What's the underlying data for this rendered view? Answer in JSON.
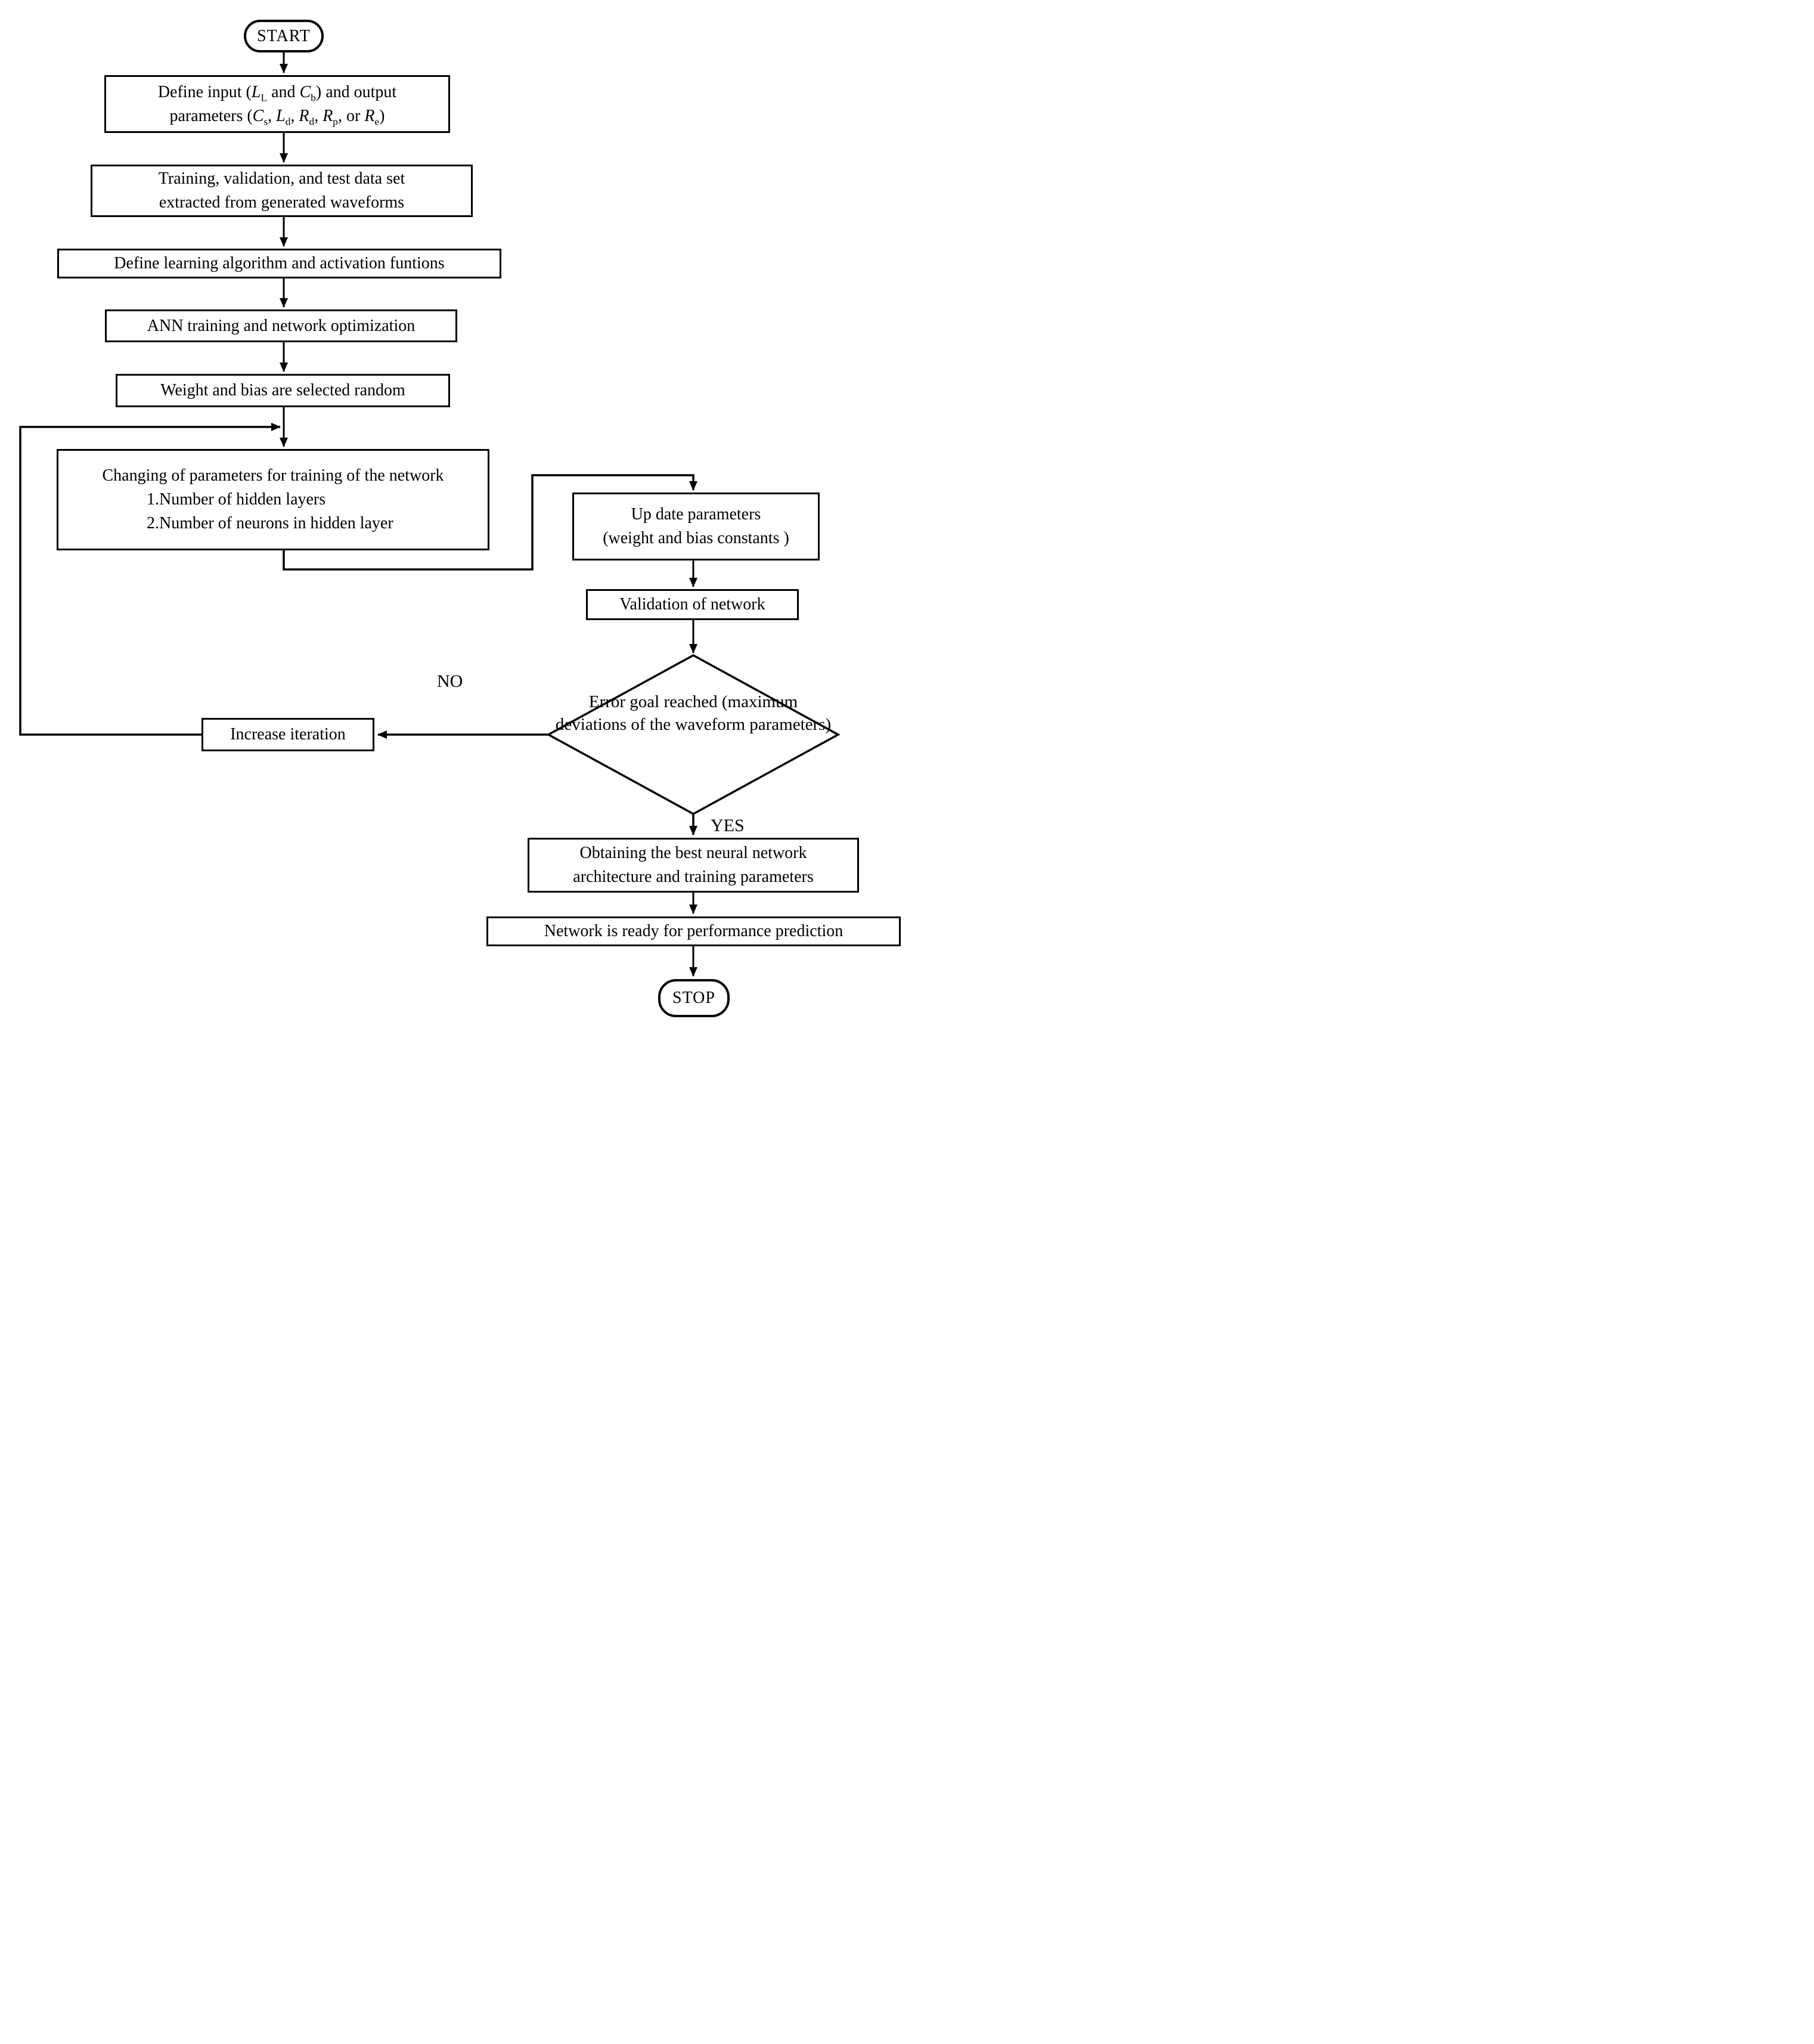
{
  "diagram": {
    "description": "ANN training flowchart",
    "colors": {
      "ink": "#000000",
      "background": "#ffffff"
    }
  },
  "labels": {
    "no": "NO",
    "yes": "YES"
  },
  "nodes": {
    "start": {
      "label": "START"
    },
    "define_io": {
      "lines": [
        {
          "segments": [
            {
              "text": "Define input ("
            },
            {
              "var": "L",
              "sub": "L"
            },
            {
              "text": " and "
            },
            {
              "var": "C",
              "sub": "b"
            },
            {
              "text": ") and output"
            }
          ]
        },
        {
          "segments": [
            {
              "text": "parameters ("
            },
            {
              "var": "C",
              "sub": "s"
            },
            {
              "text": ", "
            },
            {
              "var": "L",
              "sub": "d"
            },
            {
              "text": ", "
            },
            {
              "var": "R",
              "sub": "d"
            },
            {
              "text": ", "
            },
            {
              "var": "R",
              "sub": "p"
            },
            {
              "text": ", or "
            },
            {
              "var": "R",
              "sub": "e"
            },
            {
              "text": ")"
            }
          ]
        }
      ]
    },
    "training_data": {
      "lines": [
        "Training, validation, and test data set",
        "extracted from generated waveforms"
      ]
    },
    "learning_algo": {
      "lines": [
        "Define learning algorithm and activation funtions"
      ]
    },
    "ann_training": {
      "lines": [
        "ANN training and network optimization"
      ]
    },
    "weight_bias": {
      "lines": [
        "Weight and bias are selected random"
      ]
    },
    "changing_params": {
      "title": "Changing of parameters for training of the network",
      "items": [
        "1.Number of hidden layers",
        "2.Number of neurons in hidden layer"
      ]
    },
    "update_params": {
      "lines": [
        "Up date parameters",
        "(weight and bias constants )"
      ]
    },
    "validation": {
      "lines": [
        "Validation of network"
      ]
    },
    "error_goal": {
      "lines": [
        "Error goal reached",
        "(maximum deviations of the",
        "waveform parameters)"
      ]
    },
    "increase_iteration": {
      "lines": [
        "Increase iteration"
      ]
    },
    "obtaining_best": {
      "lines": [
        "Obtaining the best neural network",
        "architecture and training parameters"
      ]
    },
    "network_ready": {
      "lines": [
        "Network is ready for performance prediction"
      ]
    },
    "stop": {
      "label": "STOP"
    }
  }
}
